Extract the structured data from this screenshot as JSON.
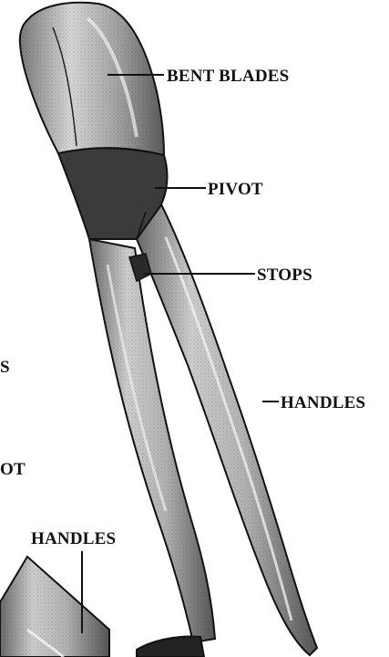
{
  "figure": {
    "labels": {
      "bent_blades": "BENT BLADES",
      "pivot": "PIVOT",
      "stops": "STOPS",
      "handles_right": "HANDLES",
      "handles_bottom": "HANDLES",
      "cropped_s": "S",
      "cropped_ot": "OT"
    }
  },
  "colors": {
    "ink": "#111111",
    "metal_light": "#d9d9d9",
    "metal_mid": "#a8a8a8",
    "metal_dark": "#4a4a4a",
    "background": "#ffffff"
  }
}
